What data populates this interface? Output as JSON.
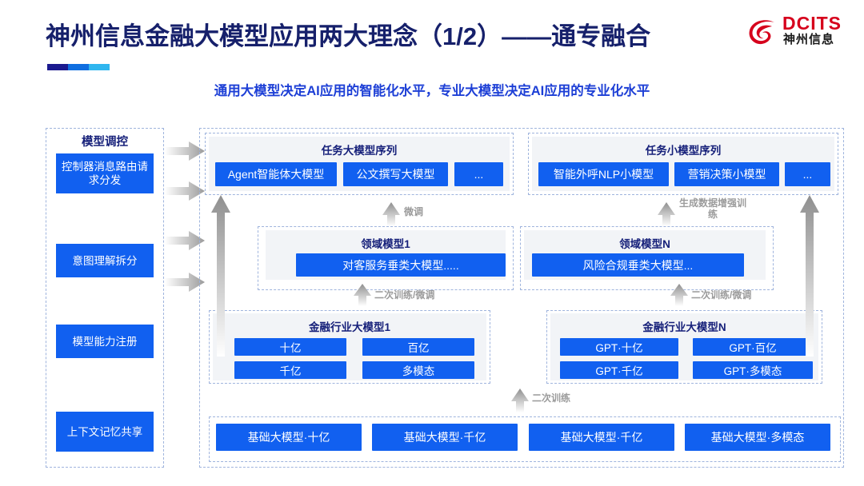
{
  "header": {
    "title": "神州信息金融大模型应用两大理念（1/2）——通专融合",
    "subtitle": "通用大模型决定AI应用的智能化水平，专业大模型决定AI应用的专业化水平",
    "logo_text": "DCITS",
    "logo_sub": "神州信息",
    "brand_red": "#d6001c",
    "title_color": "#16206b",
    "accent_blue": "#1160f0"
  },
  "sidebar": {
    "heading": "模型调控",
    "items": [
      {
        "label": "控制器消息路由请求分发"
      },
      {
        "label": "意图理解拆分"
      },
      {
        "label": "模型能力注册"
      },
      {
        "label": "上下文记忆共享"
      }
    ]
  },
  "task_sequences": [
    {
      "title": "任务大模型序列",
      "items": [
        "Agent智能体大模型",
        "公文撰写大模型",
        "..."
      ]
    },
    {
      "title": "任务小模型序列",
      "items": [
        "智能外呼NLP小模型",
        "营销决策小模型",
        "..."
      ]
    }
  ],
  "domain_models": [
    {
      "title": "领域模型1",
      "item": "对客服务垂类大模型....."
    },
    {
      "title": "领域模型N",
      "item": "风险合规垂类大模型..."
    }
  ],
  "industry_models": [
    {
      "title": "金融行业大模型1",
      "items": [
        "十亿",
        "百亿",
        "千亿",
        "多模态"
      ]
    },
    {
      "title": "金融行业大模型N",
      "items": [
        "GPT·十亿",
        "GPT·百亿",
        "GPT·千亿",
        "GPT·多模态"
      ]
    }
  ],
  "base_models": {
    "items": [
      "基础大模型·十亿",
      "基础大模型·千亿",
      "基础大模型·千亿",
      "基础大模型·多模态"
    ]
  },
  "flow_labels": {
    "fine_tune": "微调",
    "data_aug": "生成数据增强训练",
    "retrain_left": "二次训练/微调",
    "retrain_right": "二次训练/微调",
    "retrain_base": "二次训练"
  }
}
